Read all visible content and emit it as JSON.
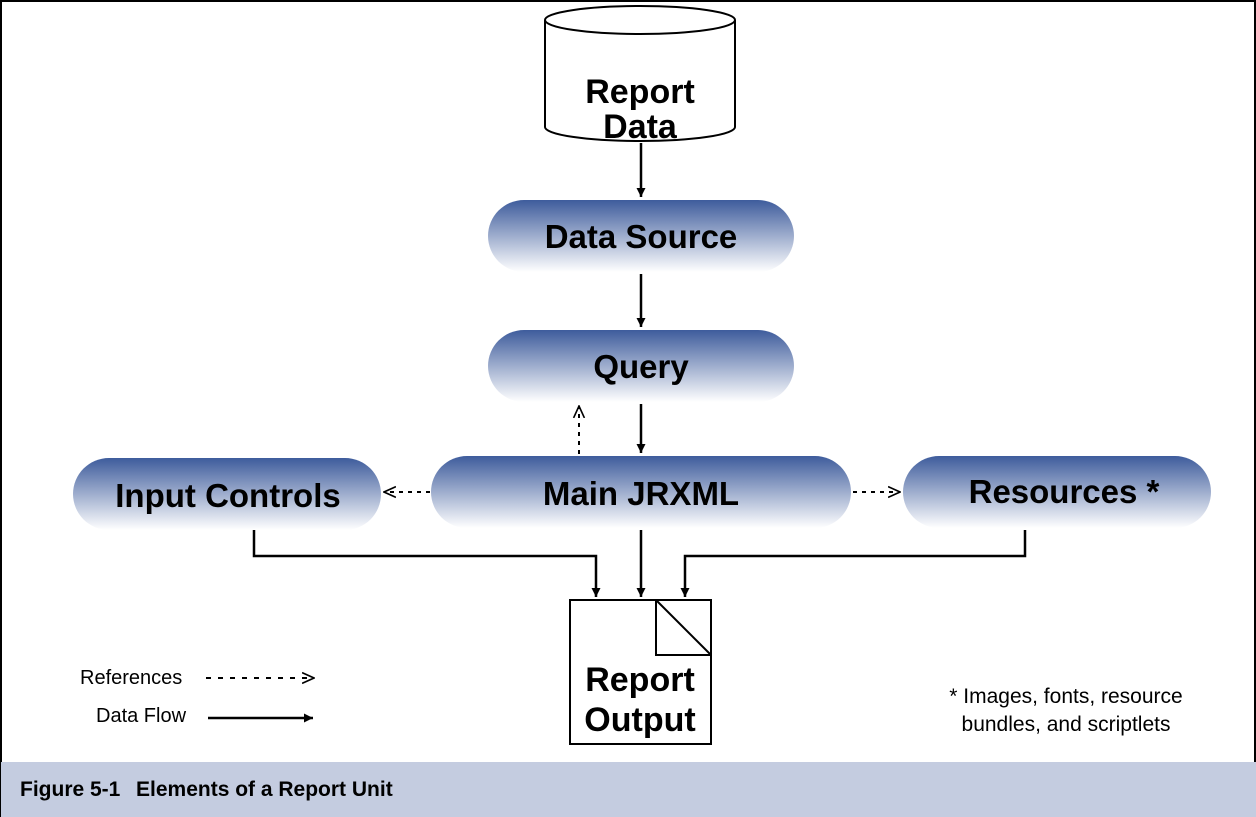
{
  "colors": {
    "node_gradient_top": "#3e5c9c",
    "node_gradient_bottom": "#ffffff",
    "caption_background": "#c4cce0",
    "line": "#000000"
  },
  "nodes": {
    "report_data": {
      "line1": "Report",
      "line2": "Data",
      "shape": "database-cylinder"
    },
    "data_source": {
      "label": "Data Source"
    },
    "query": {
      "label": "Query"
    },
    "main_jrxml": {
      "label": "Main JRXML"
    },
    "input_controls": {
      "label": "Input Controls"
    },
    "resources": {
      "label": "Resources *"
    },
    "report_output": {
      "line1": "Report",
      "line2": "Output",
      "shape": "document-folded-corner"
    }
  },
  "edges": [
    {
      "from": "Report Data",
      "to": "Data Source",
      "style": "solid"
    },
    {
      "from": "Data Source",
      "to": "Query",
      "style": "solid"
    },
    {
      "from": "Query",
      "to": "Main JRXML",
      "style": "solid"
    },
    {
      "from": "Main JRXML",
      "to": "Query",
      "style": "dotted"
    },
    {
      "from": "Main JRXML",
      "to": "Input Controls",
      "style": "dotted"
    },
    {
      "from": "Main JRXML",
      "to": "Resources *",
      "style": "dotted"
    },
    {
      "from": "Input Controls",
      "to": "Report Output",
      "style": "solid"
    },
    {
      "from": "Main JRXML",
      "to": "Report Output",
      "style": "solid"
    },
    {
      "from": "Resources *",
      "to": "Report Output",
      "style": "solid"
    }
  ],
  "legend": {
    "references": "References",
    "data_flow": "Data Flow"
  },
  "footnote": {
    "line1": "* Images, fonts, resource",
    "line2": "bundles, and scriptlets"
  },
  "caption": {
    "number": "Figure 5-1",
    "title": "Elements of a Report Unit"
  }
}
